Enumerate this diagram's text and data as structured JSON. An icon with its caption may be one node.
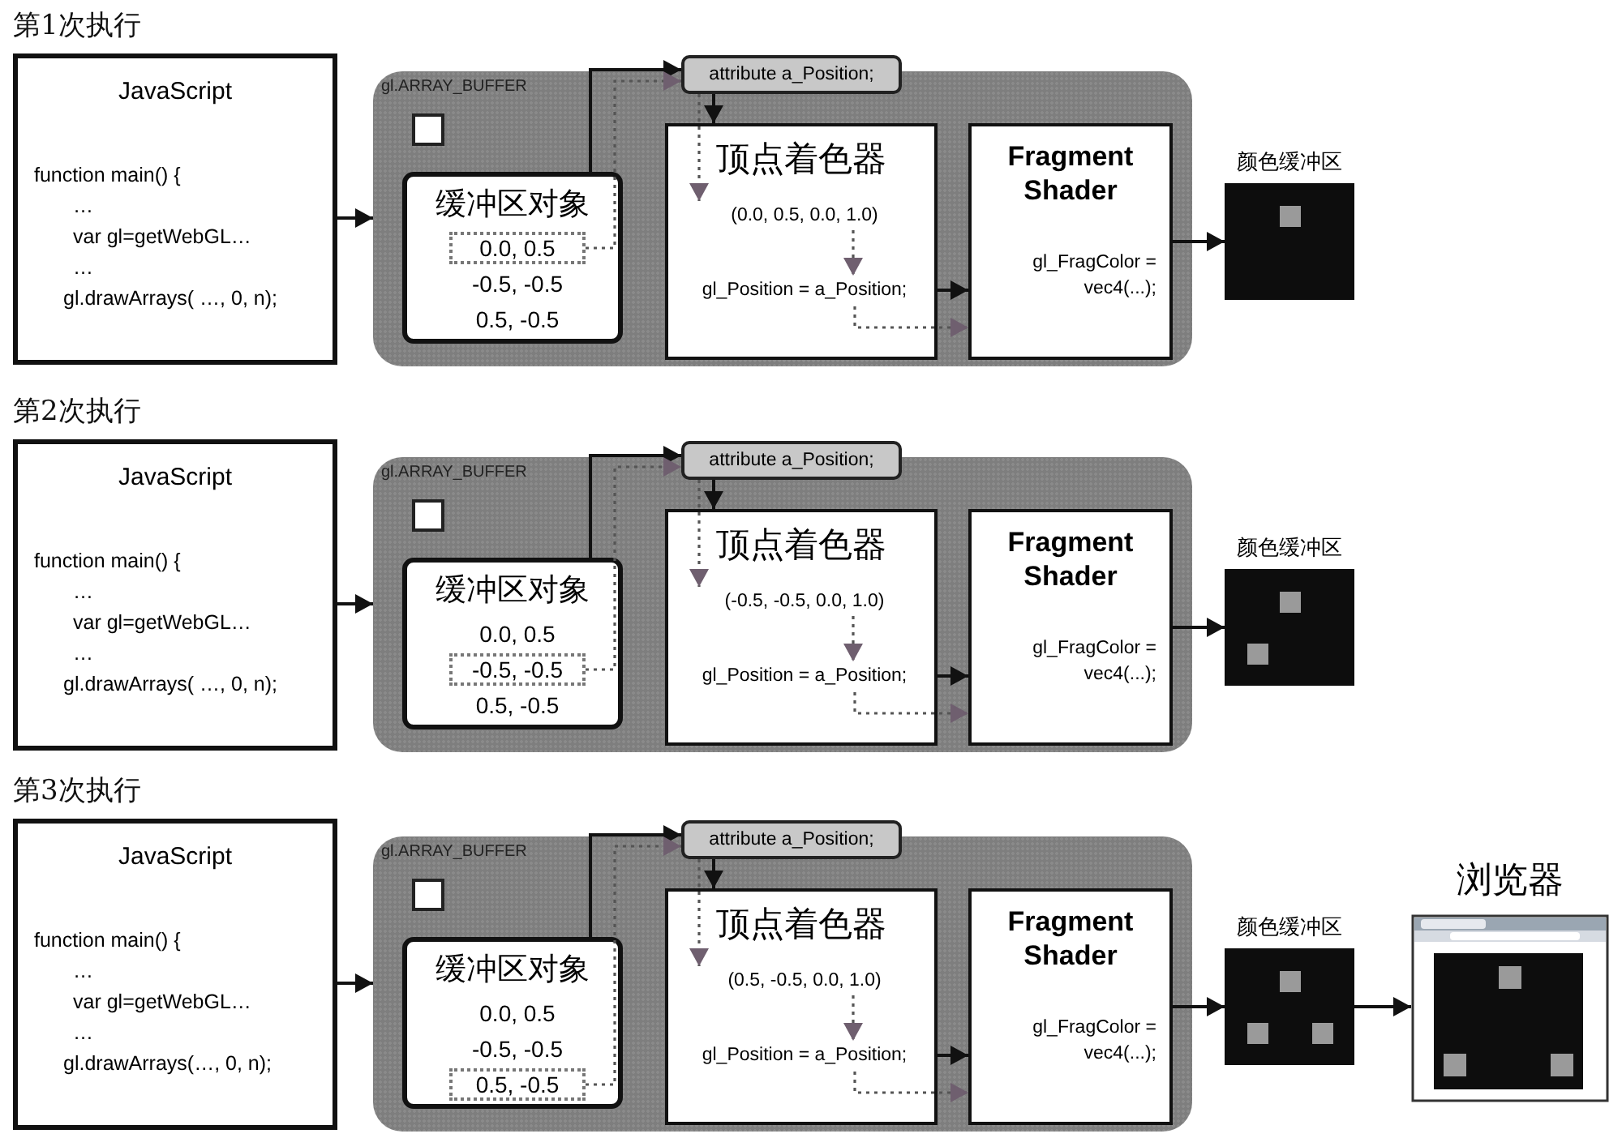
{
  "diagram": {
    "nodes": [
      {
        "text": [
          "JavaScript",
          "function main() {",
          "…",
          "var gl=getWebGL…",
          "…",
          "gl.drawArrays( …, 0, n);"
        ]
      },
      {
        "text": [
          "gl.ARRAY_BUFFER"
        ]
      },
      {
        "text": [
          "缓冲区对象"
        ],
        "in": 1
      },
      {
        "text": [
          "0.0, 0.5"
        ],
        "in": 2
      },
      {
        "text": [
          "-0.5, -0.5"
        ],
        "in": 2
      },
      {
        "text": [
          "0.5, -0.5"
        ],
        "in": 2
      },
      {
        "text": [
          "attribute a_Position;"
        ]
      },
      {
        "text": [
          "顶点着色器"
        ],
        "in": 1
      },
      {
        "text": [
          "(0.0, 0.5, 0.0, 1.0)"
        ],
        "in": 7
      },
      {
        "text": [
          "gl_Position = a_Position;"
        ],
        "in": 7
      },
      {
        "text": [
          "Fragment Shader",
          "gl_FragColor = vec4(...);"
        ],
        "in": 1
      },
      {
        "text": [],
        "shape": "box",
        "beside": [
          "颜色缓冲区"
        ]
      },
      {
        "text": [
          "JavaScript",
          "function main() {",
          "…",
          "var gl=getWebGL…",
          "…",
          "gl.drawArrays( …, 0, n);"
        ]
      },
      {
        "text": [
          "gl.ARRAY_BUFFER"
        ]
      },
      {
        "text": [
          "缓冲区对象"
        ],
        "in": 13
      },
      {
        "text": [
          "0.0, 0.5"
        ],
        "in": 14
      },
      {
        "text": [
          "-0.5, -0.5"
        ],
        "in": 14
      },
      {
        "text": [
          "0.5, -0.5"
        ],
        "in": 14
      },
      {
        "text": [
          "attribute a_Position;"
        ]
      },
      {
        "text": [
          "顶点着色器"
        ],
        "in": 13
      },
      {
        "text": [
          "(-0.5, -0.5, 0.0, 1.0)"
        ],
        "in": 19
      },
      {
        "text": [
          "gl_Position = a_Position;"
        ],
        "in": 19
      },
      {
        "text": [
          "Fragment Shader",
          "gl_FragColor = vec4(...);"
        ],
        "in": 13
      },
      {
        "text": [],
        "shape": "box",
        "beside": [
          "颜色缓冲区"
        ]
      },
      {
        "text": [
          "JavaScript",
          "function main() {",
          "…",
          "var gl=getWebGL…",
          "…",
          "gl.drawArrays(…, 0, n);"
        ]
      },
      {
        "text": [
          "gl.ARRAY_BUFFER"
        ]
      },
      {
        "text": [
          "缓冲区对象"
        ],
        "in": 25
      },
      {
        "text": [
          "0.0, 0.5"
        ],
        "in": 26
      },
      {
        "text": [
          "-0.5, -0.5"
        ],
        "in": 26
      },
      {
        "text": [
          "0.5, -0.5"
        ],
        "in": 26
      },
      {
        "text": [
          "attribute a_Position;"
        ]
      },
      {
        "text": [
          "顶点着色器"
        ],
        "in": 25
      },
      {
        "text": [
          "(0.5, -0.5, 0.0, 1.0)"
        ],
        "in": 31
      },
      {
        "text": [
          "gl_Position = a_Position;"
        ],
        "in": 31
      },
      {
        "text": [
          "Fragment Shader",
          "gl_FragColor = vec4(...);"
        ],
        "in": 25
      },
      {
        "text": [],
        "shape": "box",
        "beside": [
          "颜色缓冲区"
        ]
      },
      {
        "text": [],
        "shape": "picture",
        "beside": [
          "浏览器"
        ]
      }
    ],
    "edges": [
      {
        "from": 0,
        "to": 1,
        "arrow": "to"
      },
      {
        "from": 2,
        "to": 6,
        "arrow": "to"
      },
      {
        "from": 3,
        "to": 6,
        "arrow": "to",
        "style": "dashed",
        "color": "#6f5f6f"
      },
      {
        "from": 6,
        "to": 7,
        "arrow": "to"
      },
      {
        "from": 6,
        "to": 8,
        "arrow": "to",
        "style": "dashed",
        "color": "#6f5f6f"
      },
      {
        "from": 8,
        "to": 9,
        "arrow": "to",
        "style": "dashed",
        "color": "#6f5f6f"
      },
      {
        "from": 9,
        "to": 10,
        "arrow": "to"
      },
      {
        "from": 9,
        "to": 10,
        "arrow": "to",
        "style": "dashed",
        "color": "#6f5f6f"
      },
      {
        "from": 10,
        "to": 11,
        "arrow": "to"
      },
      {
        "from": 12,
        "to": 13,
        "arrow": "to"
      },
      {
        "from": 14,
        "to": 18,
        "arrow": "to"
      },
      {
        "from": 16,
        "to": 18,
        "arrow": "to",
        "style": "dashed",
        "color": "#6f5f6f"
      },
      {
        "from": 18,
        "to": 19,
        "arrow": "to"
      },
      {
        "from": 18,
        "to": 20,
        "arrow": "to",
        "style": "dashed",
        "color": "#6f5f6f"
      },
      {
        "from": 20,
        "to": 21,
        "arrow": "to",
        "style": "dashed",
        "color": "#6f5f6f"
      },
      {
        "from": 21,
        "to": 22,
        "arrow": "to"
      },
      {
        "from": 21,
        "to": 22,
        "arrow": "to",
        "style": "dashed",
        "color": "#6f5f6f"
      },
      {
        "from": 22,
        "to": 23,
        "arrow": "to"
      },
      {
        "from": 24,
        "to": 25,
        "arrow": "to"
      },
      {
        "from": 26,
        "to": 30,
        "arrow": "to"
      },
      {
        "from": 29,
        "to": 30,
        "arrow": "to",
        "style": "dashed",
        "color": "#6f5f6f"
      },
      {
        "from": 30,
        "to": 31,
        "arrow": "to"
      },
      {
        "from": 30,
        "to": 32,
        "arrow": "to",
        "style": "dashed",
        "color": "#6f5f6f"
      },
      {
        "from": 32,
        "to": 33,
        "arrow": "to",
        "style": "dashed",
        "color": "#6f5f6f"
      },
      {
        "from": 33,
        "to": 34,
        "arrow": "to"
      },
      {
        "from": 33,
        "to": 34,
        "arrow": "to",
        "style": "dashed",
        "color": "#6f5f6f"
      },
      {
        "from": 34,
        "to": 35,
        "arrow": "to"
      },
      {
        "from": 35,
        "to": 36,
        "arrow": "to"
      }
    ],
    "labels": [
      "第1次执行",
      "第2次执行",
      "第3次执行"
    ]
  }
}
